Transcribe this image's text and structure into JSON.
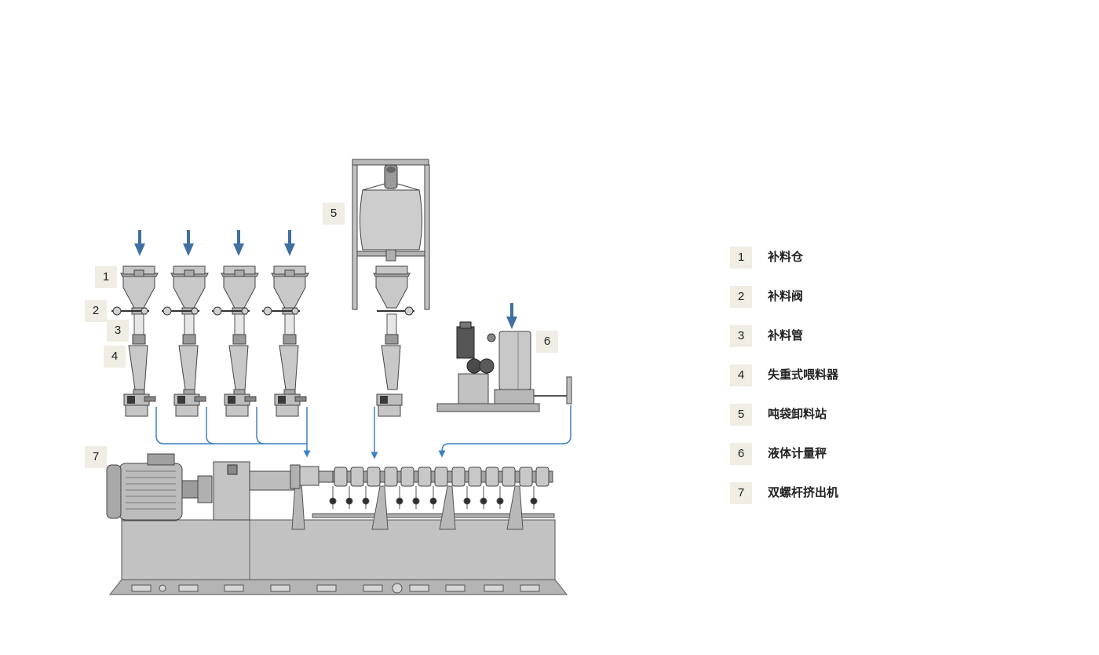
{
  "callouts": [
    "1",
    "2",
    "3",
    "4",
    "5",
    "6",
    "7"
  ],
  "legend": [
    {
      "num": "1",
      "label": "补料仓"
    },
    {
      "num": "2",
      "label": "补料阀"
    },
    {
      "num": "3",
      "label": "补料管"
    },
    {
      "num": "4",
      "label": "失重式喂料器"
    },
    {
      "num": "5",
      "label": "吨袋卸料站"
    },
    {
      "num": "6",
      "label": "液体计量秤"
    },
    {
      "num": "7",
      "label": "双螺杆挤出机"
    }
  ],
  "colors": {
    "tag_bg": "#efede4",
    "machine_fill": "#c4c4c4",
    "machine_dark": "#4a4a4a",
    "flow_line": "#3b82c4",
    "input_arrow": "#3f6fa3"
  }
}
